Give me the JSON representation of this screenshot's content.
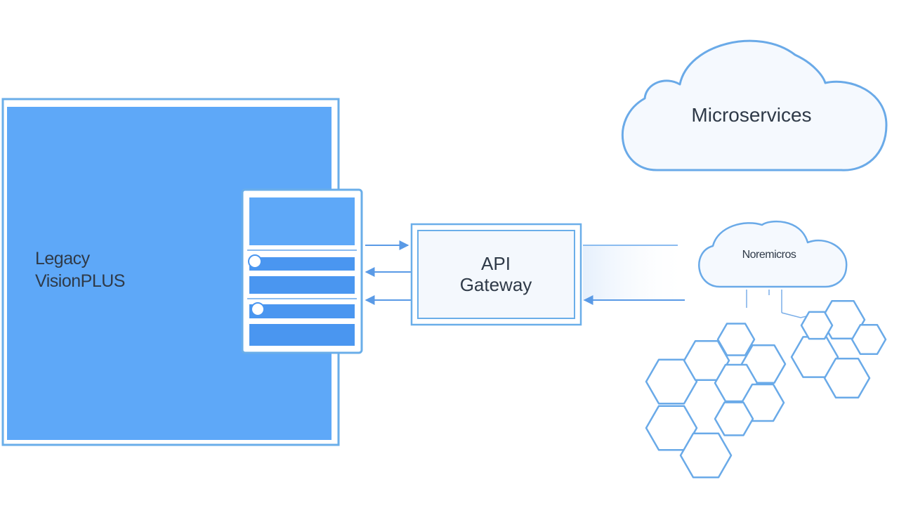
{
  "legacy_system": {
    "line1": "Legacy",
    "line2": "VisionPLUS"
  },
  "api_gateway": {
    "line1": "API",
    "line2": "Gateway"
  },
  "cloud_large": {
    "label": "Microservices"
  },
  "cloud_small": {
    "label": "Noremicros"
  },
  "colors": {
    "primary_blue": "#5ea8f8",
    "outline_blue": "#6aaae8",
    "bar_blue": "#4a96f0",
    "fill_light": "#f4f8fd",
    "text": "#2f3a48"
  }
}
